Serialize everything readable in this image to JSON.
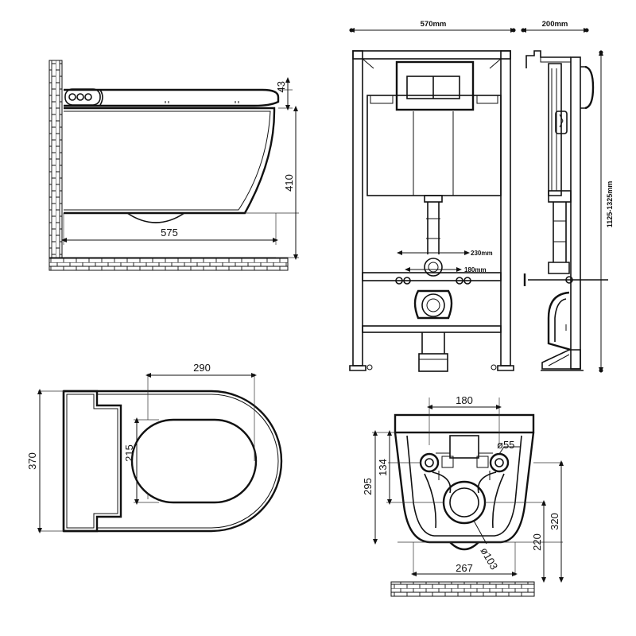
{
  "colors": {
    "line": "#111111",
    "background": "#ffffff"
  },
  "side_view": {
    "dim_height_top": "43",
    "dim_height": "410",
    "dim_length": "575"
  },
  "frame_front": {
    "dim_width": "570mm",
    "dim_pipe_upper": "230mm",
    "dim_pipe_lower": "180mm"
  },
  "frame_side": {
    "dim_depth": "200mm",
    "dim_height_range": "1125-1325mm"
  },
  "top_view": {
    "dim_seat_length": "290",
    "dim_opening_width": "215",
    "dim_bowl_width": "370"
  },
  "rear_view": {
    "dim_bolt_spacing": "180",
    "dim_inlet_diameter": "ø55",
    "dim_inlet_height": "134",
    "dim_total_to_inlet": "295",
    "dim_outlet_height": "220",
    "dim_total_height": "320",
    "dim_base_width": "267",
    "dim_outlet_diameter": "ø103"
  }
}
